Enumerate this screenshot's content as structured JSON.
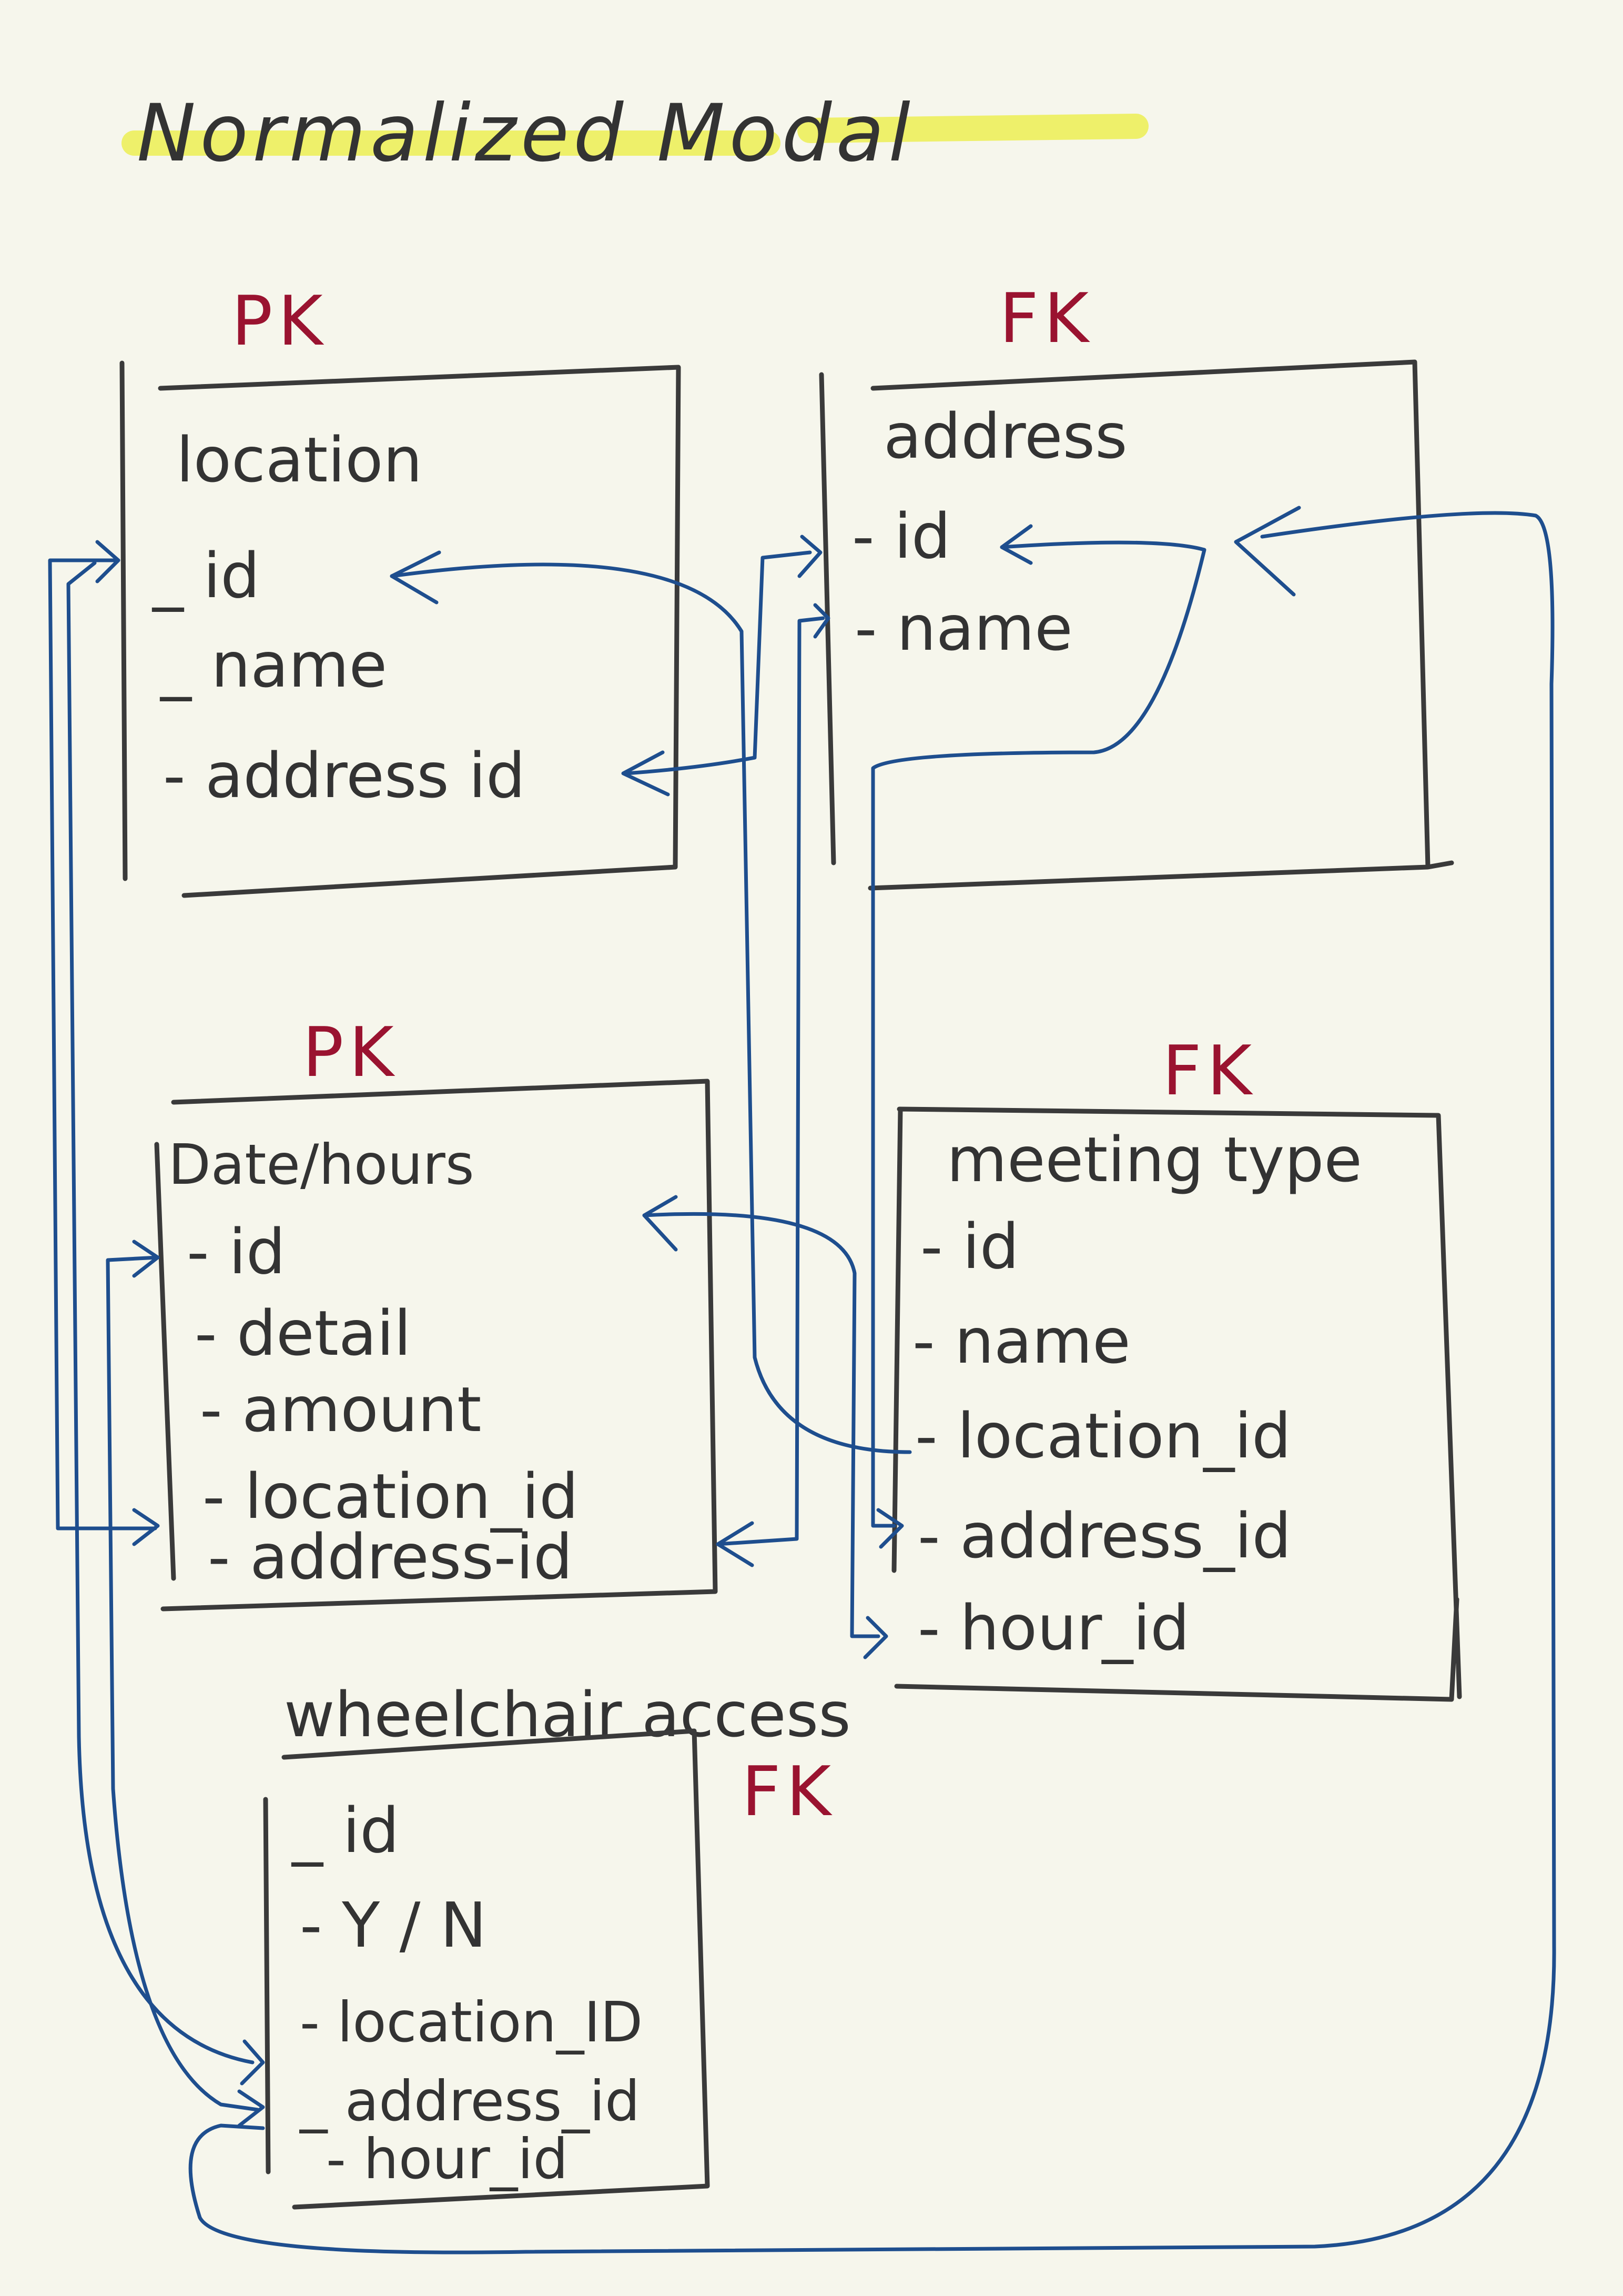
{
  "title": "Normalized Modal",
  "tables": {
    "location": {
      "key": "PK",
      "name": "location",
      "fields": [
        "_ id",
        "_ name",
        "- address id"
      ]
    },
    "address": {
      "key": "FK",
      "name": "address",
      "fields": [
        "- id",
        "- name"
      ]
    },
    "hours": {
      "key": "PK",
      "name": "Date/hours",
      "fields": [
        "- id",
        "- detail",
        "- amount",
        "- location_id",
        "- address-id"
      ]
    },
    "meeting": {
      "key": "FK",
      "name": "meeting type",
      "fields": [
        "- id",
        "- name",
        "- location_id",
        "- address_id",
        "- hour_id"
      ]
    },
    "wheelchair": {
      "key": "FK",
      "name": "wheelchair access",
      "fields": [
        "_ id",
        "- Y / N",
        "- location_ID",
        "_ address_id",
        "- hour_id"
      ]
    }
  },
  "colors": {
    "background": "#f6f6ec",
    "highlight": "#eef06a",
    "key_text": "#9a1330",
    "relation_line": "#1e4e8e",
    "ink": "#333333"
  }
}
